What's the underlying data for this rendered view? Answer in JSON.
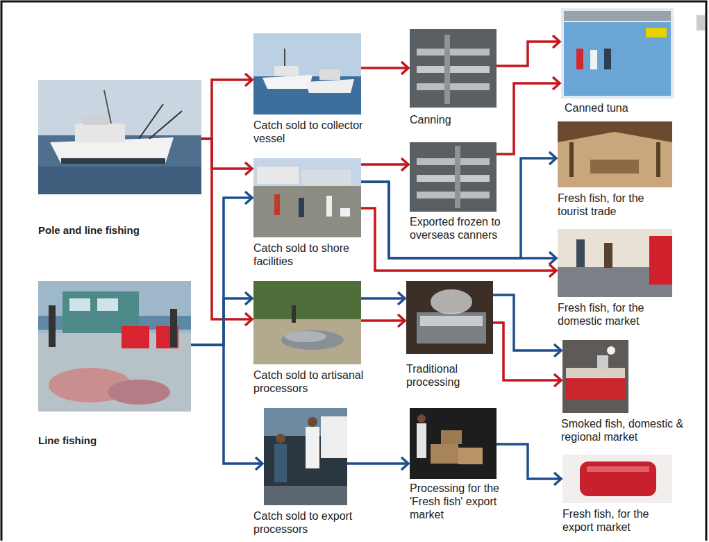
{
  "diagram": {
    "nodes": [
      {
        "text": [
          "Pole and line fishing"
        ]
      },
      {
        "text": [
          "Line fishing"
        ]
      },
      {
        "text": [
          "Catch sold to collector vessel"
        ]
      },
      {
        "text": [
          "Catch sold to shore facilities"
        ]
      },
      {
        "text": [
          "Catch sold to artisanal processors"
        ]
      },
      {
        "text": [
          "Catch sold to export processors"
        ]
      },
      {
        "text": [
          "Canning"
        ]
      },
      {
        "text": [
          "Exported frozen to overseas canners"
        ]
      },
      {
        "text": [
          "Traditional processing"
        ]
      },
      {
        "text": [
          "Processing for the 'Fresh fish' export market"
        ]
      },
      {
        "text": [
          "Canned tuna"
        ]
      },
      {
        "text": [
          "Fresh fish, for the tourist trade"
        ]
      },
      {
        "text": [
          "Fresh fish, for the domestic market"
        ]
      },
      {
        "text": [
          "Smoked fish, domestic & regional market"
        ]
      },
      {
        "text": [
          "Fresh fish, for the export market"
        ]
      }
    ],
    "edges": [
      {
        "from": 0,
        "to": 2,
        "arrow": "to"
      },
      {
        "from": 0,
        "to": 3,
        "arrow": "to"
      },
      {
        "from": 0,
        "to": 4,
        "arrow": "to"
      },
      {
        "from": 1,
        "to": 3,
        "arrow": "to"
      },
      {
        "from": 1,
        "to": 4,
        "arrow": "to"
      },
      {
        "from": 1,
        "to": 5,
        "arrow": "to"
      },
      {
        "from": 2,
        "to": 6,
        "arrow": "to"
      },
      {
        "from": 3,
        "to": 7,
        "arrow": "to"
      },
      {
        "from": 3,
        "to": 11,
        "arrow": "to"
      },
      {
        "from": 3,
        "to": 12,
        "arrow": "to"
      },
      {
        "from": 3,
        "to": 12,
        "arrow": "to"
      },
      {
        "from": 4,
        "to": 8,
        "arrow": "to"
      },
      {
        "from": 4,
        "to": 8,
        "arrow": "to"
      },
      {
        "from": 5,
        "to": 9,
        "arrow": "to"
      },
      {
        "from": 6,
        "to": 10,
        "arrow": "to"
      },
      {
        "from": 7,
        "to": 10,
        "arrow": "to"
      },
      {
        "from": 8,
        "to": 13,
        "arrow": "to"
      },
      {
        "from": 8,
        "to": 13,
        "arrow": "to"
      },
      {
        "from": 9,
        "to": 14,
        "arrow": "to"
      }
    ]
  }
}
